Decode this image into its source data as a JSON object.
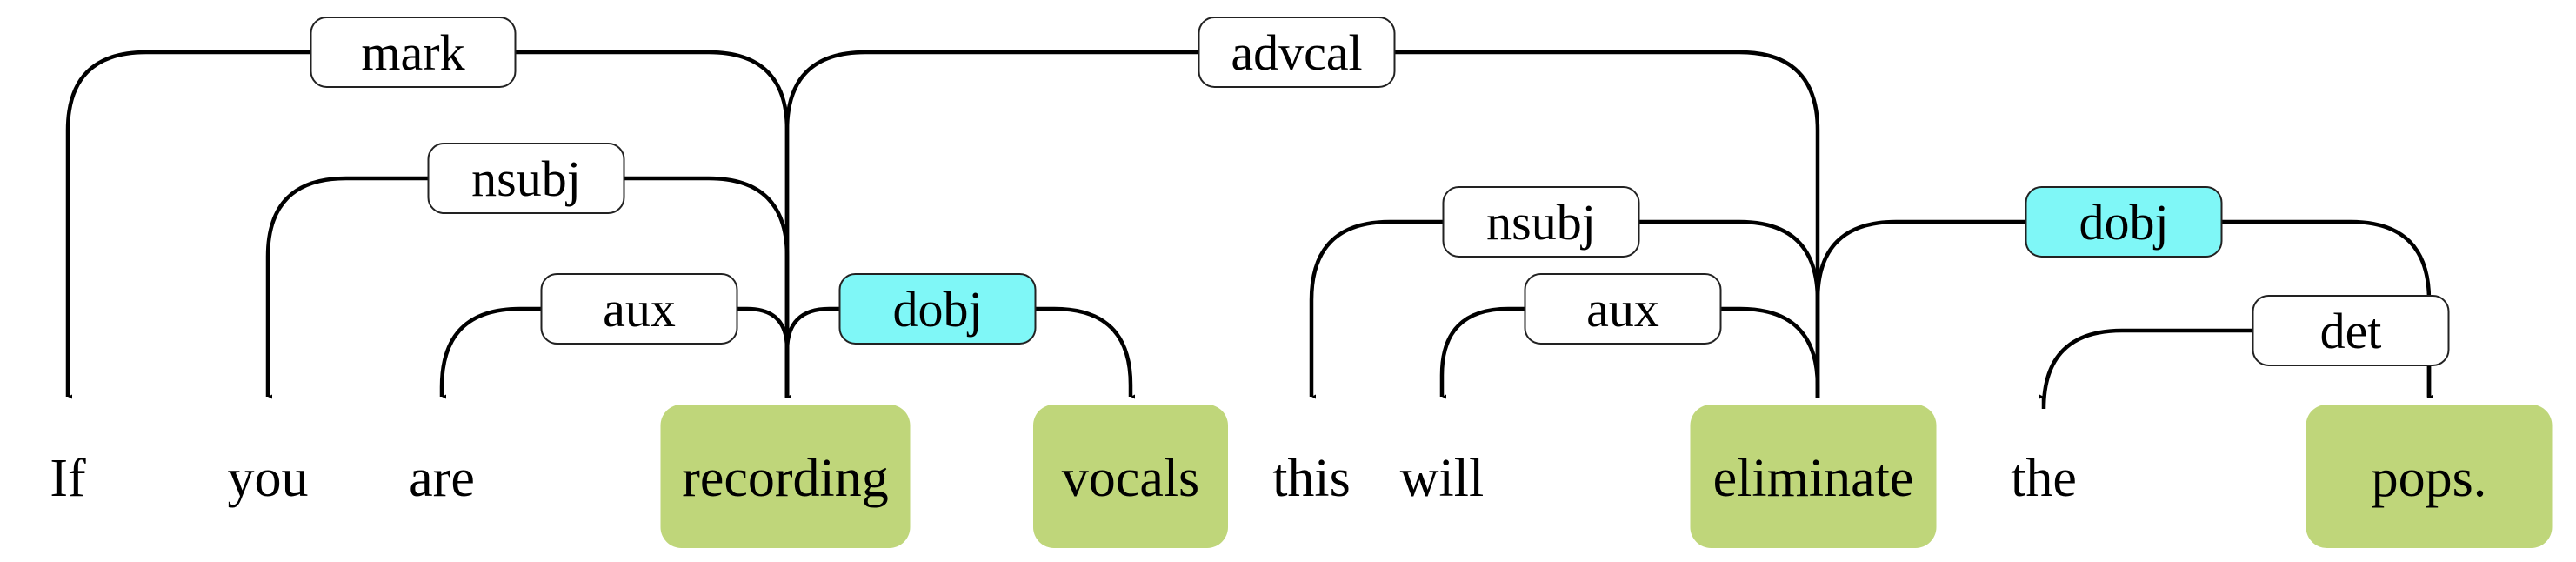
{
  "sentence": {
    "tokens": [
      {
        "text": "If",
        "highlighted": false
      },
      {
        "text": "you",
        "highlighted": false
      },
      {
        "text": "are",
        "highlighted": false
      },
      {
        "text": "recording",
        "highlighted": true
      },
      {
        "text": "vocals",
        "highlighted": true
      },
      {
        "text": "this",
        "highlighted": false
      },
      {
        "text": "will",
        "highlighted": false
      },
      {
        "text": "eliminate",
        "highlighted": true
      },
      {
        "text": "the",
        "highlighted": false
      },
      {
        "text": "pops.",
        "highlighted": true
      }
    ]
  },
  "dependencies": [
    {
      "label": "mark",
      "head": "recording",
      "dependent": "If",
      "highlighted": false
    },
    {
      "label": "nsubj",
      "head": "recording",
      "dependent": "you",
      "highlighted": false
    },
    {
      "label": "aux",
      "head": "recording",
      "dependent": "are",
      "highlighted": false
    },
    {
      "label": "dobj",
      "head": "recording",
      "dependent": "vocals",
      "highlighted": true
    },
    {
      "label": "advcal",
      "head": "eliminate",
      "dependent": "recording",
      "highlighted": false
    },
    {
      "label": "nsubj",
      "head": "eliminate",
      "dependent": "this",
      "highlighted": false
    },
    {
      "label": "aux",
      "head": "eliminate",
      "dependent": "will",
      "highlighted": false
    },
    {
      "label": "dobj",
      "head": "eliminate",
      "dependent": "pops.",
      "highlighted": true
    },
    {
      "label": "det",
      "head": "pops.",
      "dependent": "the",
      "highlighted": false
    }
  ],
  "colors": {
    "word_highlight": "#bfd67a",
    "label_highlight": "#7ff7f7",
    "label_default": "#ffffff",
    "arc": "#000000",
    "text": "#000000"
  },
  "icons": {
    "arrowhead": "arrowhead-icon"
  }
}
